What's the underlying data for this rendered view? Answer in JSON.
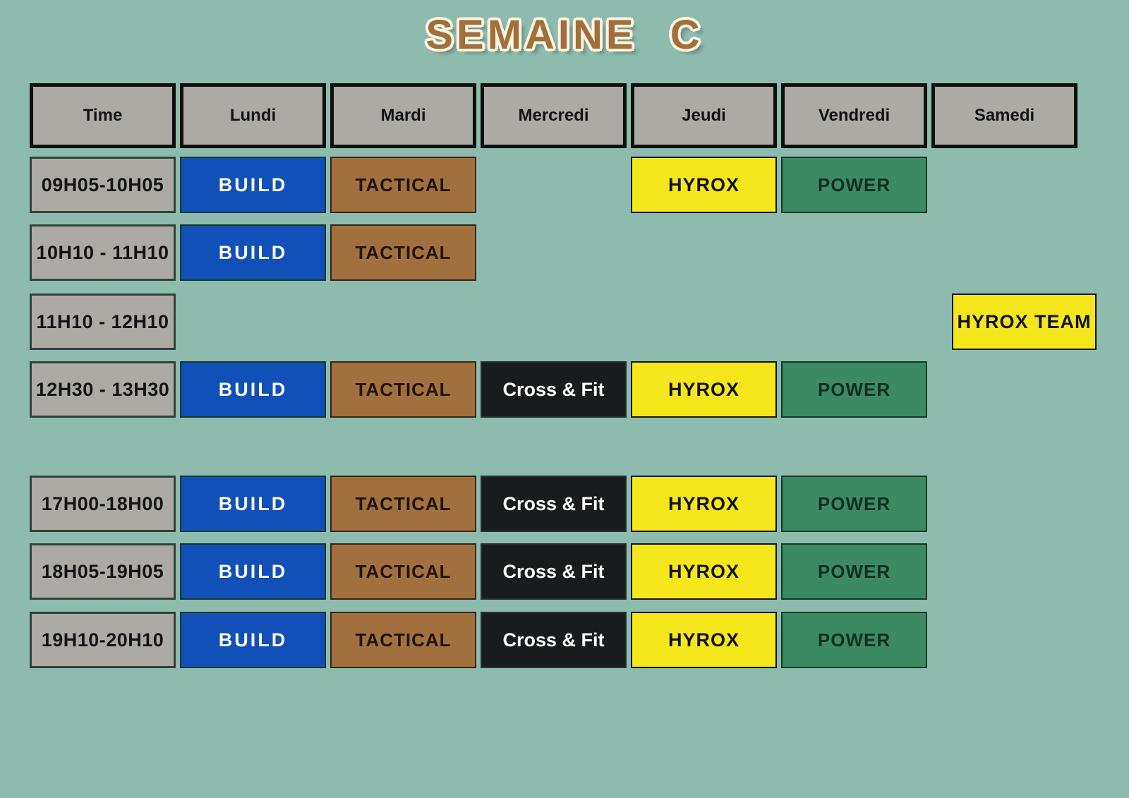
{
  "title": "SEMAINE C",
  "colors": {
    "page_bg": "#8dbcae",
    "cell_gray": "#adaaa5",
    "header_border": "#0f0f0f",
    "time_border": "#30433b",
    "text_dark": "#141414",
    "build_bg": "#1150b8",
    "build_text": "#ffffff",
    "tactical_bg": "#a2703f",
    "tactical_text": "#211307",
    "crossfit_bg": "#191c1d",
    "crossfit_text": "#ffffff",
    "hyrox_bg": "#f6e71c",
    "hyrox_text": "#131313",
    "power_bg": "#3b8a63",
    "power_text": "#122e20",
    "title_fill": "#a16e3e",
    "title_outline": "#fbf4df"
  },
  "header": {
    "columns": [
      "Time",
      "Lundi",
      "Mardi",
      "Mercredi",
      "Jeudi",
      "Vendredi",
      "Samedi"
    ]
  },
  "rows": [
    {
      "time": "09H05-10H05",
      "cells": [
        {
          "day": "Lundi",
          "label": "BUILD",
          "type": "build"
        },
        {
          "day": "Mardi",
          "label": "TACTICAL",
          "type": "tactical"
        },
        null,
        {
          "day": "Jeudi",
          "label": "HYROX",
          "type": "hyrox"
        },
        {
          "day": "Vendredi",
          "label": "POWER",
          "type": "power"
        },
        null
      ]
    },
    {
      "time": "10H10 - 11H10",
      "cells": [
        {
          "day": "Lundi",
          "label": "BUILD",
          "type": "build"
        },
        {
          "day": "Mardi",
          "label": "TACTICAL",
          "type": "tactical"
        },
        null,
        null,
        null,
        null
      ]
    },
    {
      "time": "11H10 - 12H10",
      "cells": [
        null,
        null,
        null,
        null,
        null,
        {
          "day": "Samedi",
          "label": "HYROX TEAM",
          "type": "hyrox-team"
        }
      ]
    },
    {
      "time": "12H30 - 13H30",
      "cells": [
        {
          "day": "Lundi",
          "label": "BUILD",
          "type": "build"
        },
        {
          "day": "Mardi",
          "label": "TACTICAL",
          "type": "tactical"
        },
        {
          "day": "Mercredi",
          "label": "Cross & Fit",
          "type": "crossfit"
        },
        {
          "day": "Jeudi",
          "label": "HYROX",
          "type": "hyrox"
        },
        {
          "day": "Vendredi",
          "label": "POWER",
          "type": "power"
        },
        null
      ]
    },
    {
      "time": "17H00-18H00",
      "cells": [
        {
          "day": "Lundi",
          "label": "BUILD",
          "type": "build"
        },
        {
          "day": "Mardi",
          "label": "TACTICAL",
          "type": "tactical"
        },
        {
          "day": "Mercredi",
          "label": "Cross & Fit",
          "type": "crossfit"
        },
        {
          "day": "Jeudi",
          "label": "HYROX",
          "type": "hyrox"
        },
        {
          "day": "Vendredi",
          "label": "POWER",
          "type": "power"
        },
        null
      ]
    },
    {
      "time": "18H05-19H05",
      "cells": [
        {
          "day": "Lundi",
          "label": "BUILD",
          "type": "build"
        },
        {
          "day": "Mardi",
          "label": "TACTICAL",
          "type": "tactical"
        },
        {
          "day": "Mercredi",
          "label": "Cross & Fit",
          "type": "crossfit"
        },
        {
          "day": "Jeudi",
          "label": "HYROX",
          "type": "hyrox"
        },
        {
          "day": "Vendredi",
          "label": "POWER",
          "type": "power"
        },
        null
      ]
    },
    {
      "time": "19H10-20H10",
      "cells": [
        {
          "day": "Lundi",
          "label": "BUILD",
          "type": "build"
        },
        {
          "day": "Mardi",
          "label": "TACTICAL",
          "type": "tactical"
        },
        {
          "day": "Mercredi",
          "label": "Cross & Fit",
          "type": "crossfit"
        },
        {
          "day": "Jeudi",
          "label": "HYROX",
          "type": "hyrox"
        },
        {
          "day": "Vendredi",
          "label": "POWER",
          "type": "power"
        },
        null
      ]
    }
  ]
}
